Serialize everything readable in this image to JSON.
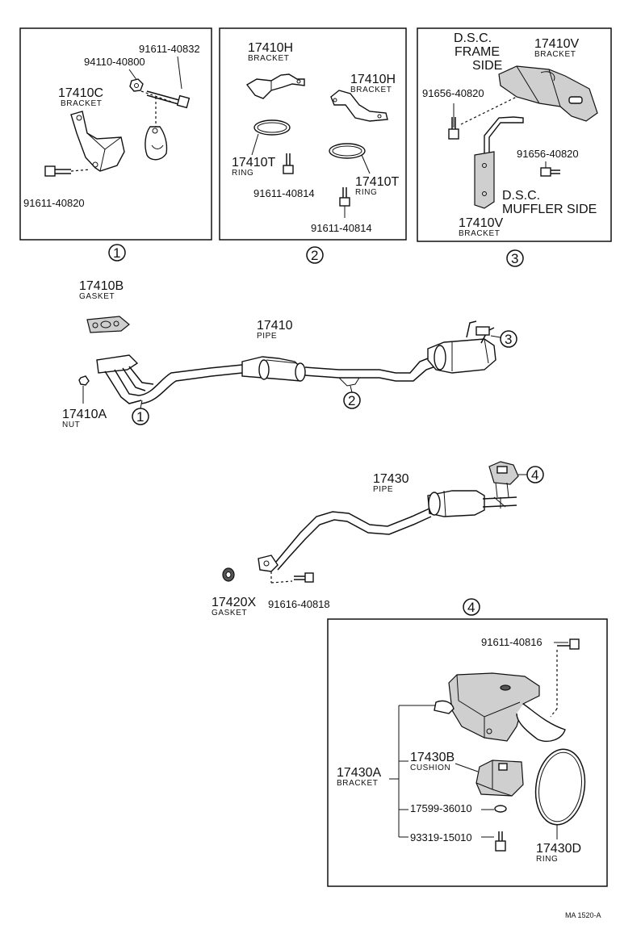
{
  "callouts": {
    "c1": "1",
    "c2": "2",
    "c3": "3",
    "c4": "4"
  },
  "box1": {
    "p_91611_40832": "91611-40832",
    "p_94110_40800": "94110-40800",
    "p_17410C": "17410C",
    "p_17410C_name": "BRACKET",
    "p_91611_40820": "91611-40820"
  },
  "box2": {
    "p_17410H_a": "17410H",
    "p_17410H_a_name": "BRACKET",
    "p_17410H_b": "17410H",
    "p_17410H_b_name": "BRACKET",
    "p_17410T_a": "17410T",
    "p_17410T_a_name": "RING",
    "p_91611_40814_a": "91611-40814",
    "p_17410T_b": "17410T",
    "p_17410T_b_name": "RING",
    "p_91611_40814_b": "91611-40814"
  },
  "box3": {
    "dsc_frame_1": "D.S.C.",
    "dsc_frame_2": "FRAME",
    "dsc_frame_3": "SIDE",
    "p_17410V_a": "17410V",
    "p_17410V_a_name": "BRACKET",
    "p_91656_40820_a": "91656-40820",
    "p_91656_40820_b": "91656-40820",
    "dsc_muffler_1": "D.S.C.",
    "dsc_muffler_2": "MUFFLER SIDE",
    "p_17410V_b": "17410V",
    "p_17410V_b_name": "BRACKET"
  },
  "main": {
    "p_17410B": "17410B",
    "p_17410B_name": "GASKET",
    "p_17410": "17410",
    "p_17410_name": "PIPE",
    "p_17410A": "17410A",
    "p_17410A_name": "NUT",
    "p_17430": "17430",
    "p_17430_name": "PIPE",
    "p_17420X": "17420X",
    "p_17420X_name": "GASKET",
    "p_91616_40818": "91616-40818"
  },
  "box4": {
    "p_91611_40816": "91611-40816",
    "p_17430B": "17430B",
    "p_17430B_name": "CUSHION",
    "p_17430A": "17430A",
    "p_17430A_name": "BRACKET",
    "p_17599_36010": "17599-36010",
    "p_93319_15010": "93319-15010",
    "p_17430D": "17430D",
    "p_17430D_name": "RING"
  },
  "footer": {
    "ref": "MA 1520-A"
  }
}
